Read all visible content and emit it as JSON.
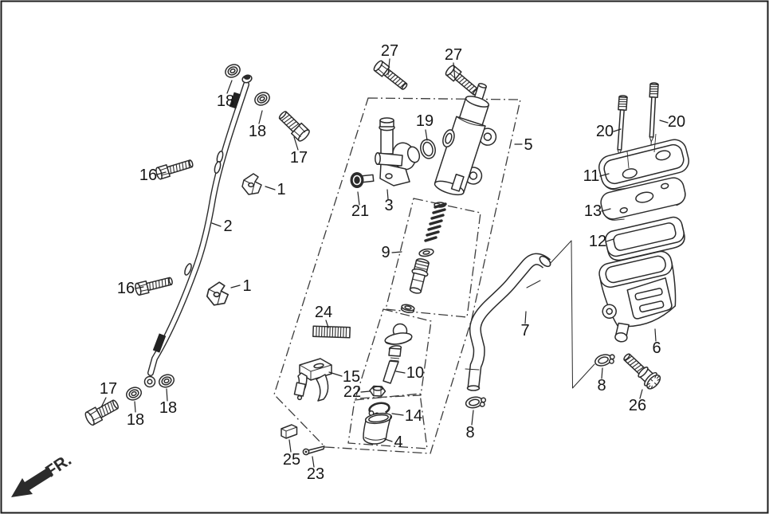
{
  "figure": {
    "fr_label": "FR.",
    "ink_color": "#2b2b2b",
    "background_color": "#ffffff",
    "labels": {
      "l27a": "27",
      "l27b": "27",
      "l18a": "18",
      "l18b": "18",
      "l18c": "18",
      "l18d": "18",
      "l17a": "17",
      "l17b": "17",
      "l16a": "16",
      "l16b": "16",
      "l1a": "1",
      "l1b": "1",
      "l2": "2",
      "l3": "3",
      "l4": "4",
      "l5": "5",
      "l6": "6",
      "l7": "7",
      "l8a": "8",
      "l8b": "8",
      "l9": "9",
      "l10": "10",
      "l11": "11",
      "l12": "12",
      "l13": "13",
      "l14": "14",
      "l15": "15",
      "l19": "19",
      "l20a": "20",
      "l20b": "20",
      "l21": "21",
      "l22": "22",
      "l23": "23",
      "l24": "24",
      "l25": "25",
      "l26": "26"
    }
  }
}
